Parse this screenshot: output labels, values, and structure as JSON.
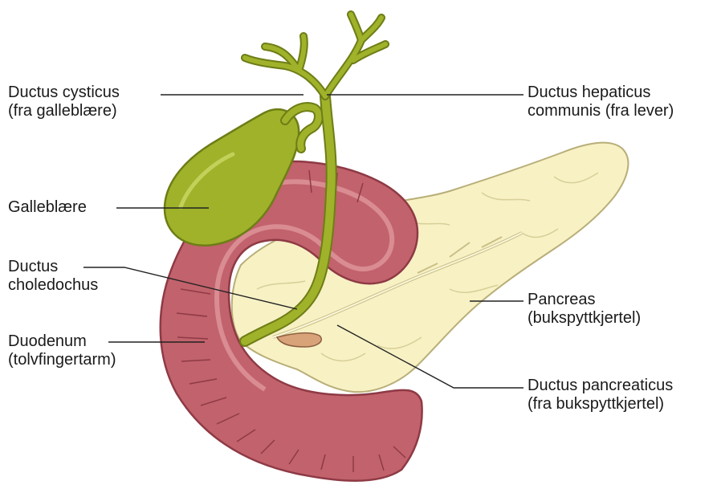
{
  "labels": {
    "ductus_cysticus": {
      "line1": "Ductus cysticus",
      "line2": "(fra galleblære)"
    },
    "ductus_hepaticus": {
      "line1": "Ductus hepaticus",
      "line2": "communis (fra lever)"
    },
    "galleblaere": {
      "line1": "Galleblære"
    },
    "ductus_choledochus": {
      "line1": "Ductus",
      "line2": "choledochus"
    },
    "pancreas": {
      "line1": "Pancreas",
      "line2": "(bukspyttkjertel)"
    },
    "duodenum": {
      "line1": "Duodenum",
      "line2": "(tolvfingertarm)"
    },
    "ductus_pancreaticus": {
      "line1": "Ductus pancreaticus",
      "line2": "(fra bukspyttkjertel)"
    }
  },
  "colors": {
    "gallbladder": "#9fb22a",
    "gallbladder_dark": "#6e7d16",
    "pancreas": "#f7f1c4",
    "pancreas_edge": "#b8ae78",
    "duodenum": "#c2626c",
    "duodenum_dark": "#8e3a45",
    "duodenum_inner": "#d98c92",
    "leader": "#222222"
  }
}
